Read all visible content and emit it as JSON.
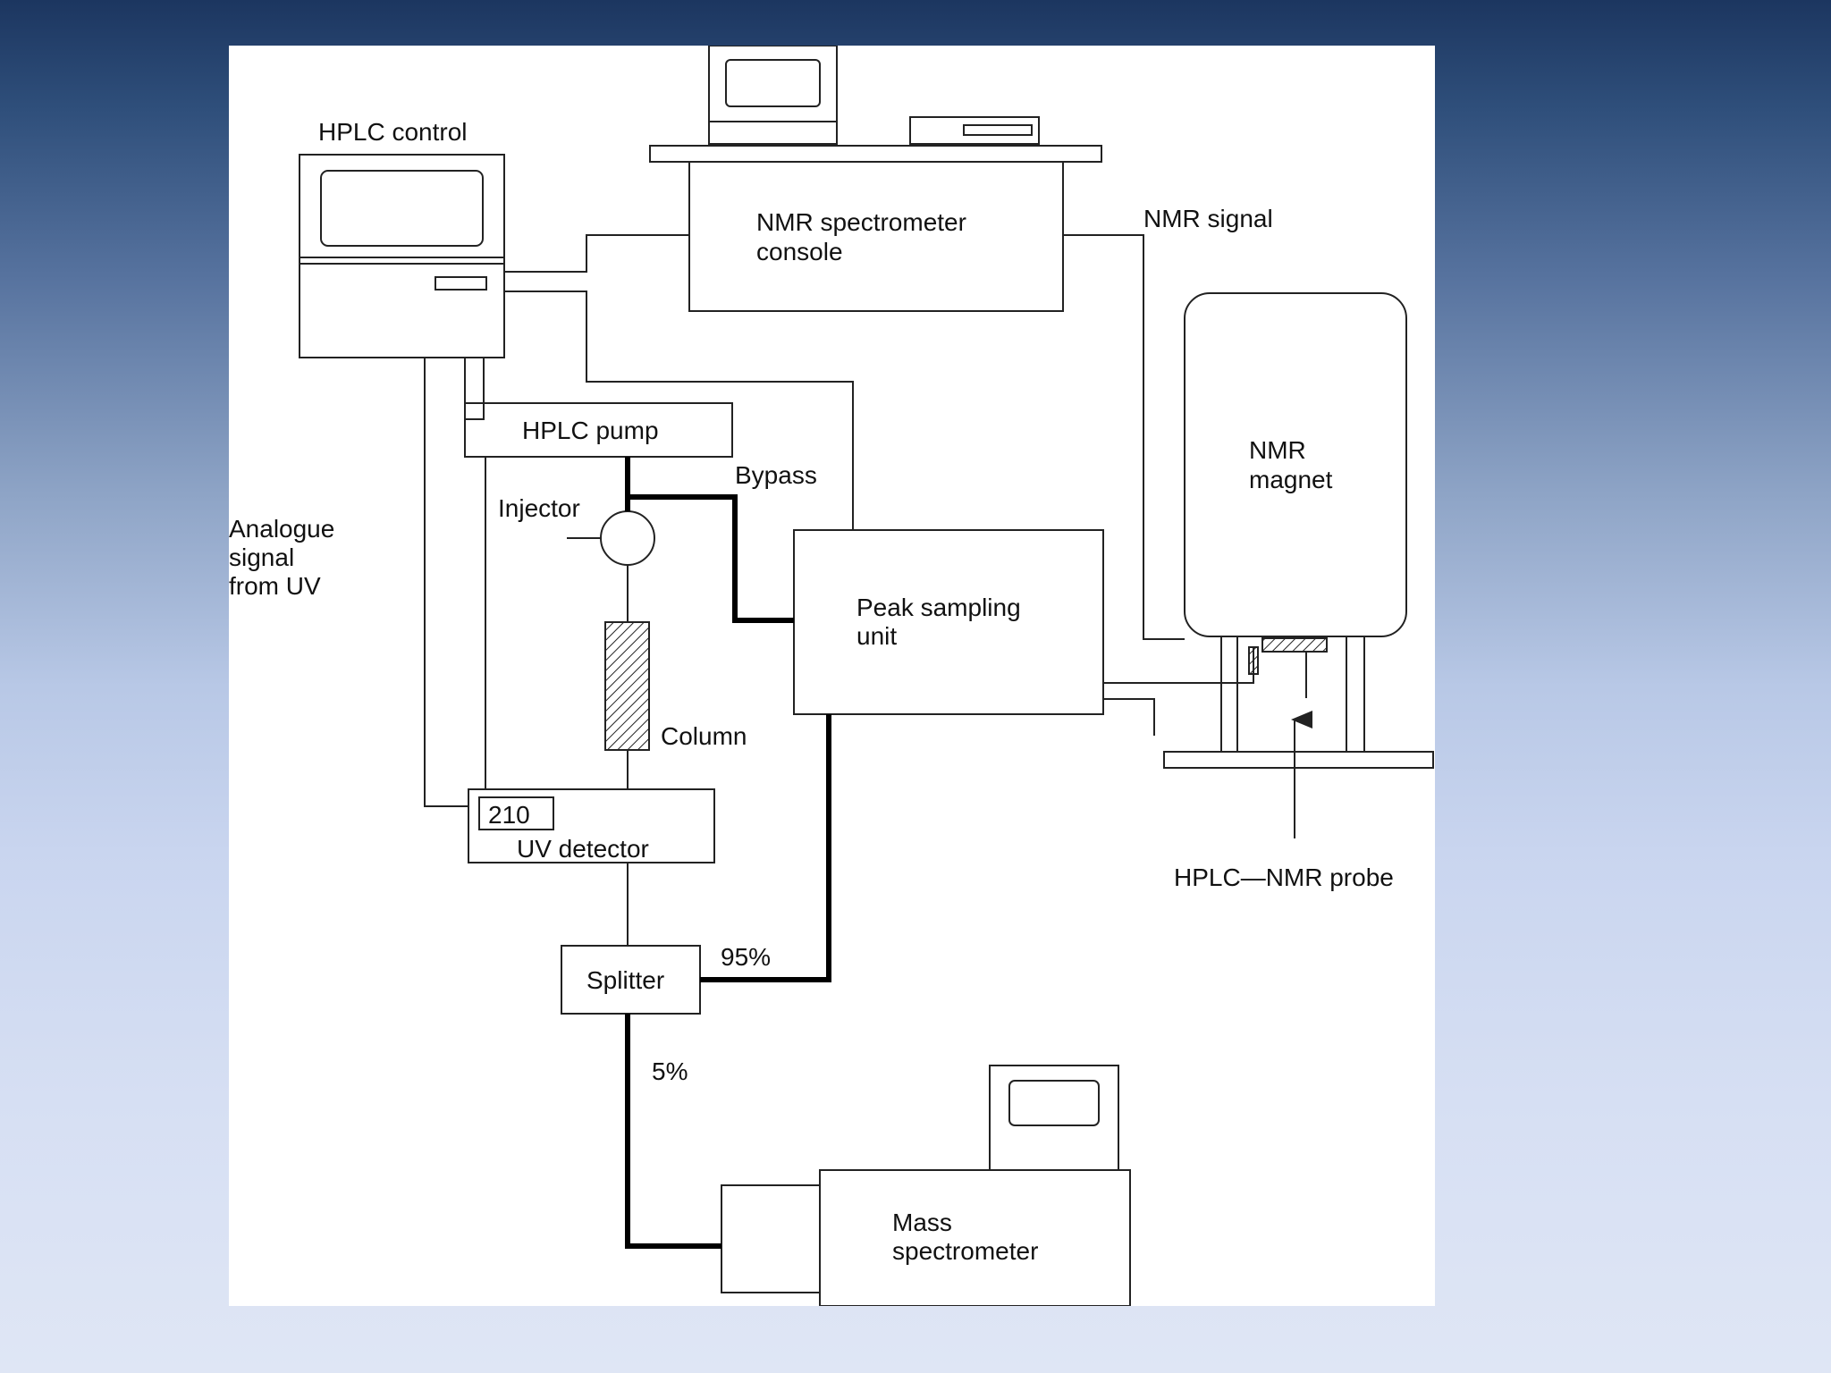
{
  "labels": {
    "hplc_control": "HPLC control",
    "nmr_console": [
      "NMR spectrometer",
      "console"
    ],
    "nmr_signal": "NMR signal",
    "nmr_magnet": [
      "NMR",
      "magnet"
    ],
    "hplc_pump": "HPLC pump",
    "bypass": "Bypass",
    "injector": "Injector",
    "analogue_signal": [
      "Analogue",
      "signal",
      "from UV"
    ],
    "peak_sampling": [
      "Peak sampling",
      "unit"
    ],
    "column": "Column",
    "uv_wavelength": "210",
    "uv_detector": "UV detector",
    "hplc_nmr_probe": "HPLC—NMR probe",
    "splitter": "Splitter",
    "pct_95": "95%",
    "pct_5": "5%",
    "mass_spec": [
      "Mass",
      "spectrometer"
    ]
  }
}
